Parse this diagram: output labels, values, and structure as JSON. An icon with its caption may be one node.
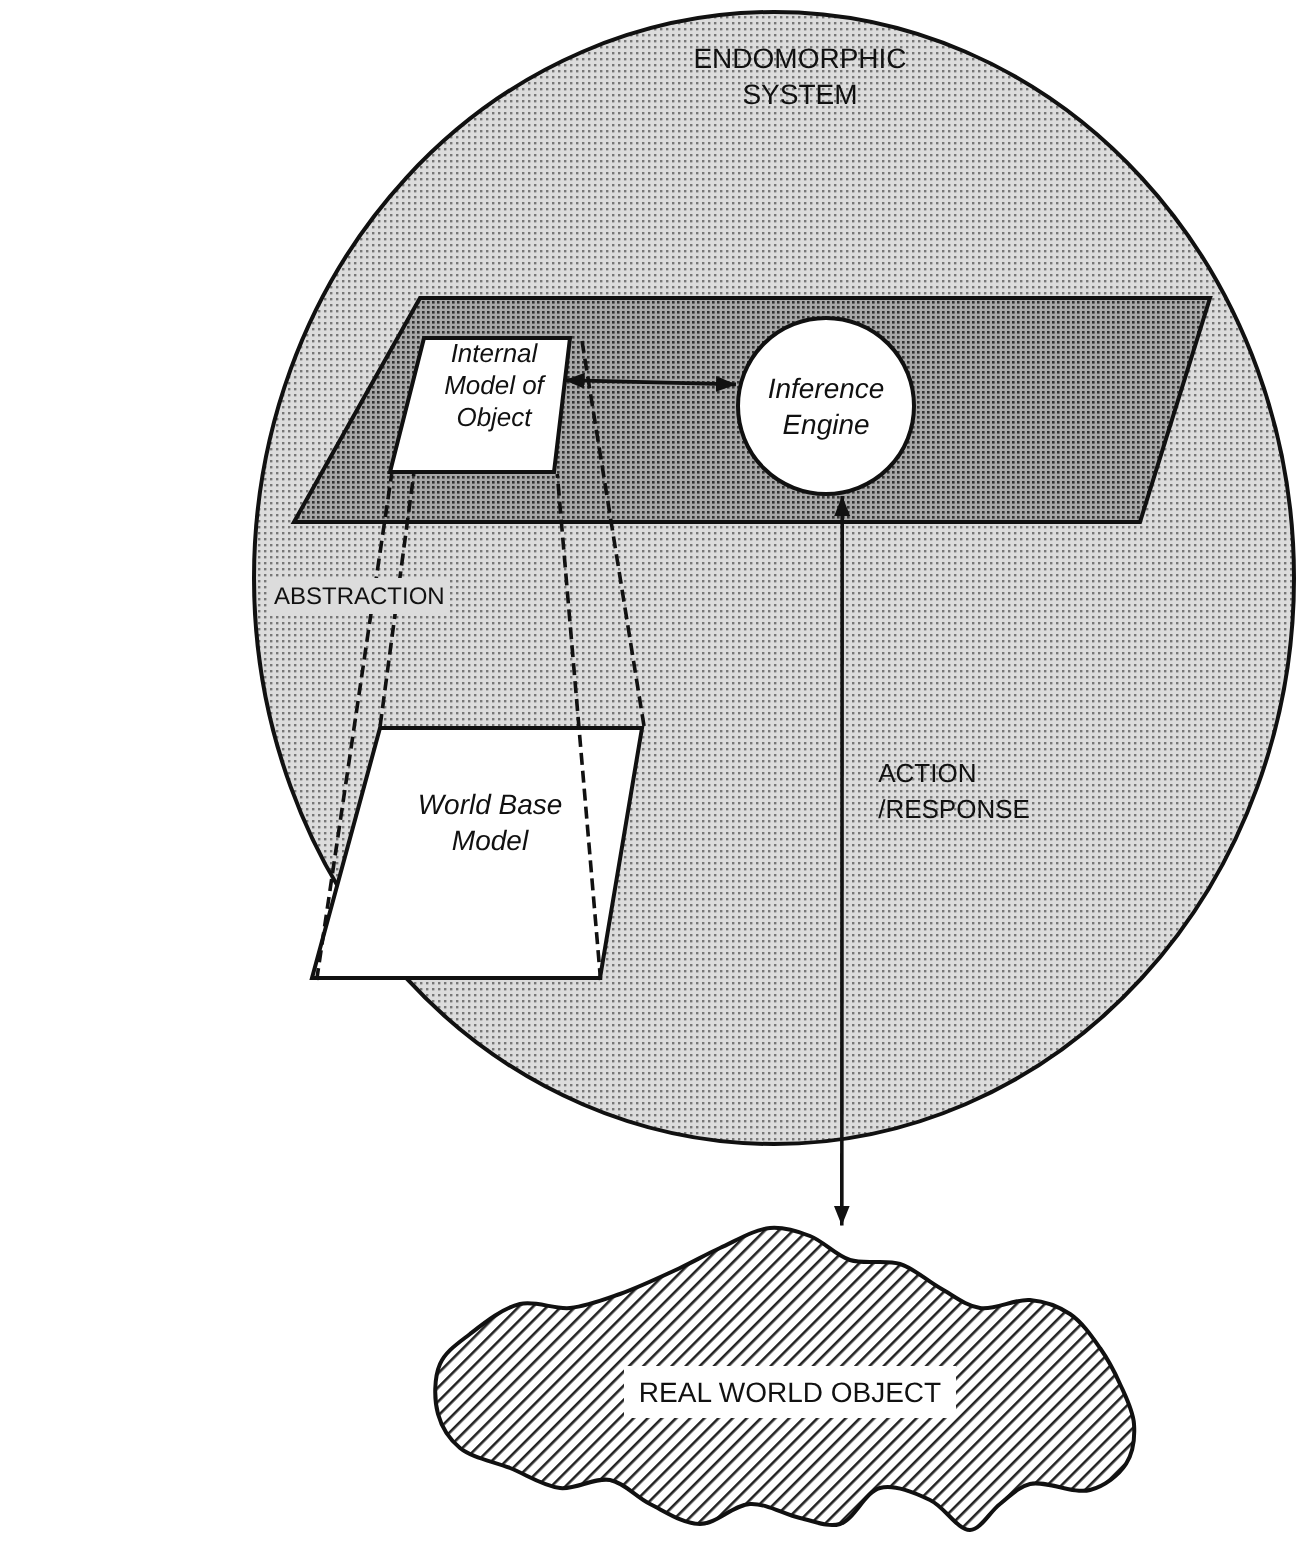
{
  "diagram": {
    "nodes": [
      {
        "text": [
          "ENDOMORPHIC SYSTEM"
        ]
      },
      {
        "text": [],
        "shape": "box",
        "in": 0
      },
      {
        "text": [
          "Internal Model of Object"
        ],
        "in": 1
      },
      {
        "text": [
          "Inference Engine"
        ],
        "in": 1
      },
      {
        "text": [
          "World Base Model"
        ],
        "in": 0
      },
      {
        "text": [
          "REAL WORLD OBJECT"
        ]
      }
    ],
    "edges": [
      {
        "from": 2,
        "to": 3,
        "arrow": "both"
      },
      {
        "from": 3,
        "to": 5,
        "arrow": "both",
        "label": "ACTION /RESPONSE"
      },
      {
        "from": 4,
        "to": 2,
        "arrow": "none",
        "style": "dashed"
      },
      {
        "from": 4,
        "to": 2,
        "arrow": "none",
        "style": "dashed"
      },
      {
        "from": 4,
        "to": 2,
        "arrow": "none",
        "style": "dashed"
      },
      {
        "from": 4,
        "to": 2,
        "arrow": "none",
        "style": "dashed"
      }
    ],
    "labels": [
      "ABSTRACTION"
    ]
  }
}
